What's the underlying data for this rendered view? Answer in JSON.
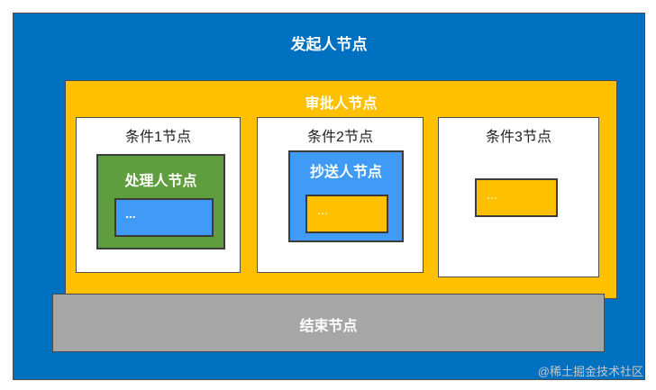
{
  "initiator": {
    "label": "发起人节点"
  },
  "approver": {
    "label": "审批人节点"
  },
  "conditions": [
    {
      "label": "条件1节点",
      "child": {
        "label": "处理人节点",
        "inner_text": "..."
      }
    },
    {
      "label": "条件2节点",
      "child": {
        "label": "抄送人节点",
        "inner_text": "..."
      }
    },
    {
      "label": "条件3节点",
      "child": {
        "inner_text": "..."
      }
    }
  ],
  "end": {
    "label": "结束节点"
  },
  "watermark": "@稀土掘金技术社区",
  "colors": {
    "initiator": "#0070C0",
    "approver": "#FFC000",
    "condition": "#FFFFFF",
    "handler": "#5E9E3E",
    "cc": "#3F9BF5",
    "end": "#A6A6A6"
  }
}
